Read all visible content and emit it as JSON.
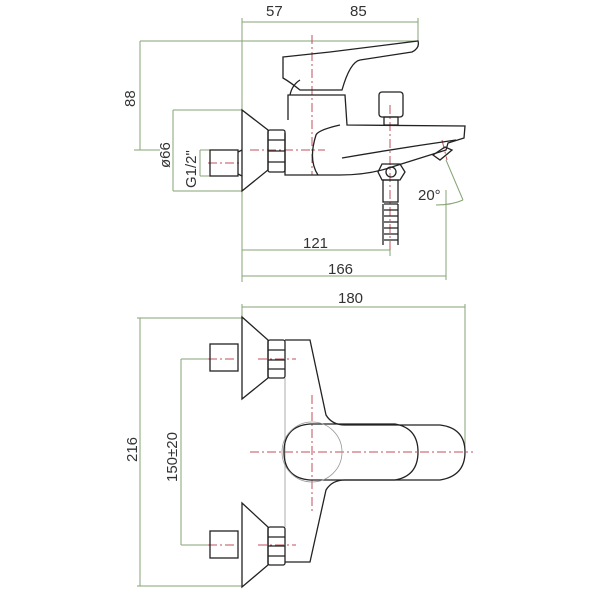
{
  "title": "Bath mixer dimension drawing",
  "side_view": {
    "dim_wall_to_axis": "57",
    "dim_axis_to_handle": "85",
    "dim_height": "88",
    "dim_flange_diameter": "ø66",
    "dim_thread": "G1/2\"",
    "dim_spout_angle": "20°",
    "dim_hose_outlet": "121",
    "dim_spout_length": "166"
  },
  "top_view": {
    "dim_total_depth": "180",
    "dim_total_width": "216",
    "dim_inlet_spacing": "150±20"
  },
  "colors": {
    "dimension": "#86a376",
    "centerline": "#c2505a",
    "outline": "#222222"
  }
}
